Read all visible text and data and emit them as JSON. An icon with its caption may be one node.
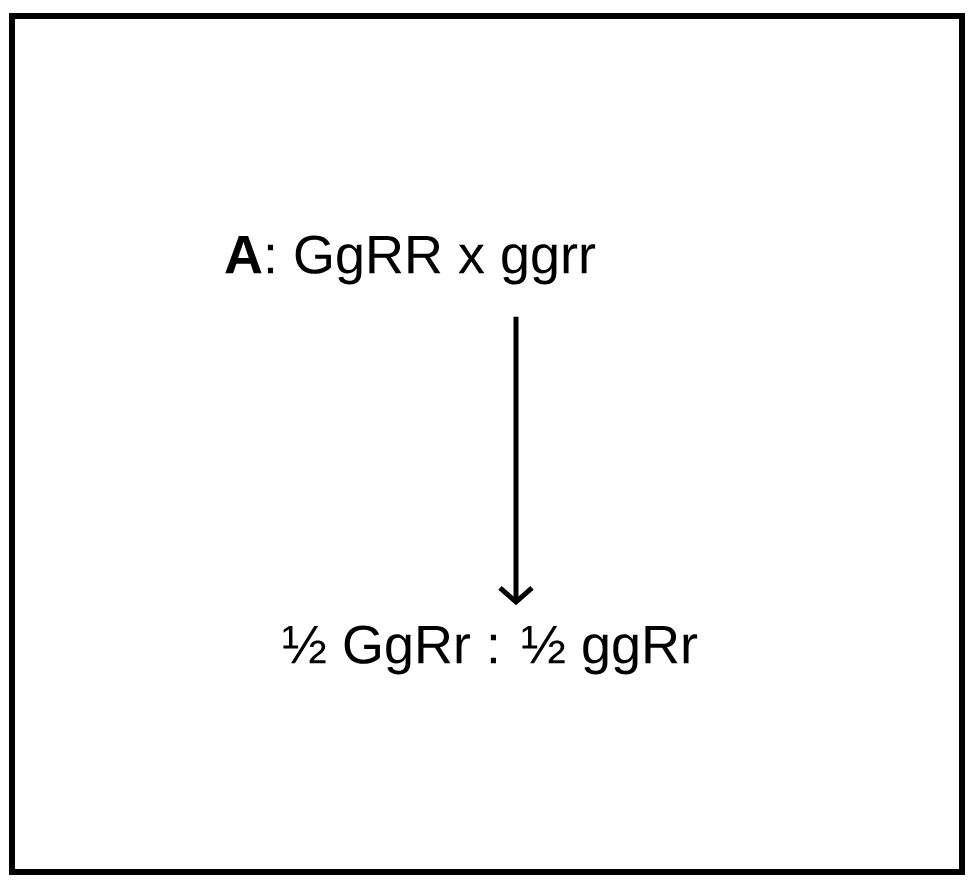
{
  "diagram": {
    "nodes": [
      {
        "text": [],
        "shape": "box"
      },
      {
        "text": [
          "**A**: GgRR x ggrr"
        ],
        "in": 0
      },
      {
        "text": [
          "½ GgRr : ½ ggRr"
        ],
        "in": 0
      }
    ],
    "edges": [
      {
        "from": 1,
        "to": 2,
        "arrow": "to"
      }
    ]
  }
}
